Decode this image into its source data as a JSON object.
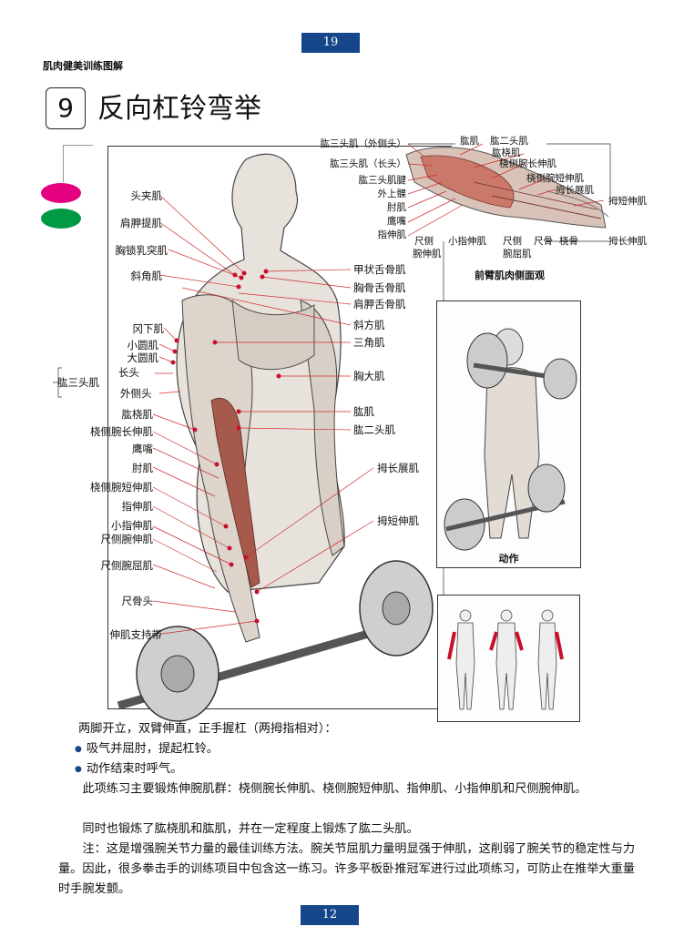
{
  "page": {
    "number_top": "19",
    "number_bottom": "12",
    "book_title": "肌肉健美训练图解"
  },
  "section": {
    "number": "9",
    "title": "反向杠铃弯举"
  },
  "colors": {
    "accent_blue": "#15468a",
    "legend_magenta": "#e5007f",
    "legend_green": "#009944",
    "muscle_red": "#c8102e"
  },
  "labels_left": [
    "头夹肌",
    "肩胛提肌",
    "胸锁乳突肌",
    "斜角肌",
    "冈下肌",
    "小圆肌",
    "大圆肌",
    "长头",
    "肱三头肌",
    "外侧头",
    "肱桡肌",
    "桡侧腕长伸肌",
    "鹰嘴",
    "肘肌",
    "桡侧腕短伸肌",
    "指伸肌",
    "小指伸肌",
    "尺侧腕伸肌",
    "尺侧腕屈肌",
    "尺骨头",
    "伸肌支持带"
  ],
  "labels_right": [
    "甲状舌骨肌",
    "胸骨舌骨肌",
    "肩胛舌骨肌",
    "斜方肌",
    "三角肌",
    "胸大肌",
    "肱肌",
    "肱二头肌",
    "拇长展肌",
    "拇短伸肌"
  ],
  "forearm_labels": [
    "肱三头肌（外侧头）",
    "肱肌",
    "肱二头肌",
    "肱三头肌（长头）",
    "肱桡肌",
    "桡侧腕长伸肌",
    "肱三头肌腱",
    "桡侧腕短伸肌",
    "外上髁",
    "拇长展肌",
    "拇短伸肌",
    "肘肌",
    "鹰嘴",
    "指伸肌",
    "尺侧",
    "腕伸肌",
    "小指伸肌",
    "尺侧",
    "腕屈肌",
    "尺骨",
    "桡骨",
    "拇长伸肌"
  ],
  "forearm_caption": "前臂肌肉侧面观",
  "action_caption": "动作",
  "text": {
    "p1": "两脚开立，双臂伸直，正手握杠（两拇指相对）：",
    "b1": "吸气并屈肘，提起杠铃。",
    "b2": "动作结束时呼气。",
    "p2": "此项练习主要锻炼伸腕肌群：桡侧腕长伸肌、桡侧腕短伸肌、指伸肌、小指伸肌和尺侧腕伸肌。",
    "p3": "同时也锻炼了肱桡肌和肱肌，并在一定程度上锻炼了肱二头肌。",
    "p4": "注：这是增强腕关节力量的最佳训练方法。腕关节屈肌力量明显强于伸肌，这削弱了腕关节的稳定性与力量。因此，很多拳击手的训练项目中包含这一练习。许多平板卧推冠军进行过此项练习，可防止在推举大重量时手腕发颤。"
  }
}
